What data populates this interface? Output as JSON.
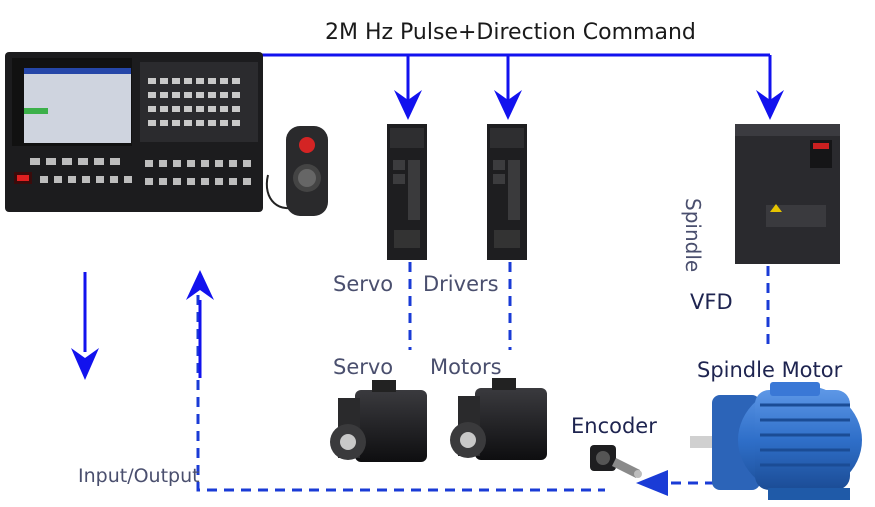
{
  "title": "2M Hz Pulse+Direction Command",
  "labels": {
    "servo_top": "Servo",
    "drivers": "Drivers",
    "servo_bottom": "Servo",
    "motors": "Motors",
    "spindle_vertical": "Spindle",
    "vfd": "VFD",
    "spindle_motor": "Spindle Motor",
    "encoder": "Encoder",
    "io": "Input/Output"
  },
  "colors": {
    "arrow": "#1212ee",
    "dashed": "#1a3bd6",
    "controller_body": "#1c1c1e",
    "motor_blue": "#2f6fc9",
    "vfd_body": "#2a2a2e"
  }
}
